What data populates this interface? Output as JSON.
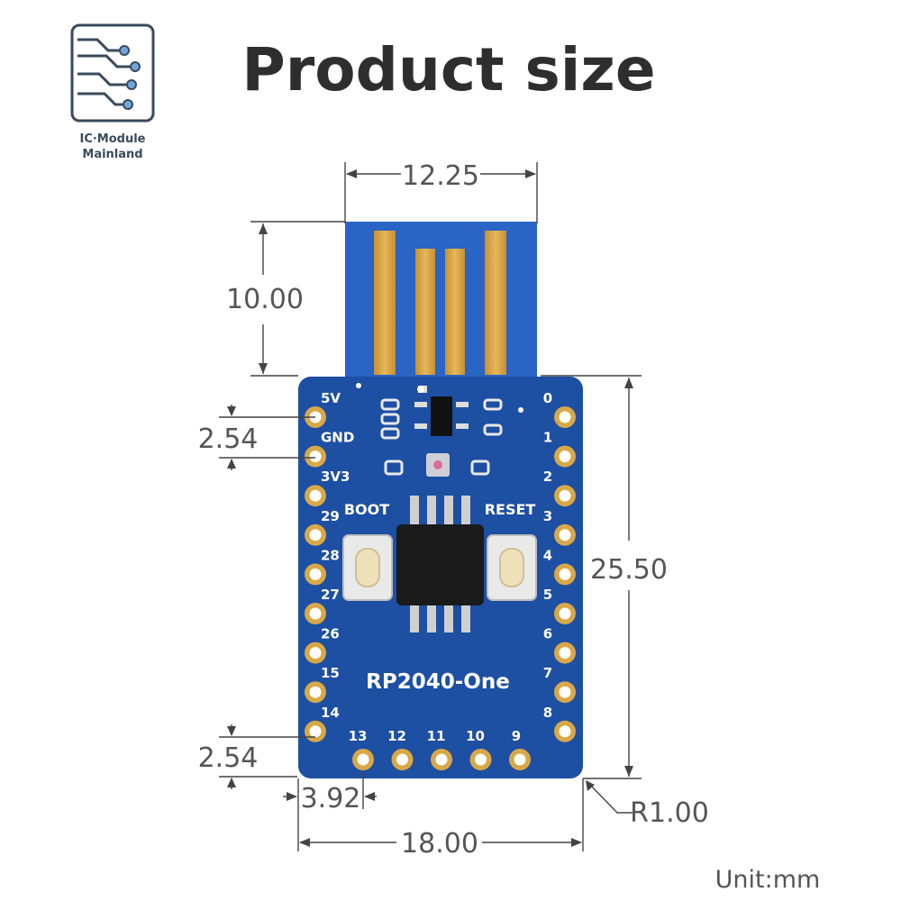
{
  "title": "Product size",
  "logo": {
    "line1": "IC·Module",
    "line2": "Mainland"
  },
  "board": {
    "name": "RP2040-One",
    "boot_label": "BOOT",
    "reset_label": "RESET",
    "left_pins": [
      "5V",
      "GND",
      "3V3",
      "29",
      "28",
      "27",
      "26",
      "15",
      "14"
    ],
    "right_pins": [
      "0",
      "1",
      "2",
      "3",
      "4",
      "5",
      "6",
      "7",
      "8"
    ],
    "bottom_pins": [
      "13",
      "12",
      "11",
      "10",
      "9"
    ]
  },
  "dimensions": {
    "usb_width": "12.25",
    "usb_length": "10.00",
    "pin_pitch_top": "2.54",
    "board_height": "25.50",
    "pin_pitch_bottom": "2.54",
    "bottom_offset": "3.92",
    "corner_radius": "R1.00",
    "board_width": "18.00"
  },
  "unit": "Unit:mm",
  "colors": {
    "pcb": "#1d4fa3",
    "gold": "#d9a846",
    "usb_pcb": "#2a64c4"
  }
}
